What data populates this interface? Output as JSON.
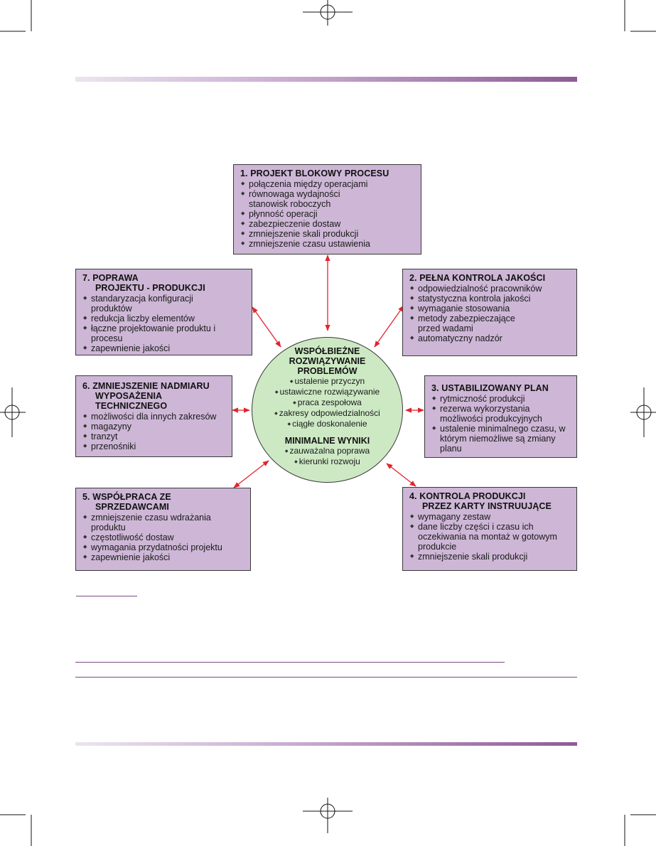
{
  "center": {
    "title_lines": [
      "WSPÓŁBIEŻNE",
      "ROZWIĄZYWANIE",
      "PROBLEMÓW"
    ],
    "items": [
      "ustalenie przyczyn",
      "ustawiczne rozwiązywanie",
      "praca zespołowa",
      "zakresy odpowiedzialności",
      "ciągłe doskonalenie"
    ],
    "subtitle": "MINIMALNE WYNIKI",
    "subitems": [
      "zauważalna poprawa",
      "kierunki rozwoju"
    ]
  },
  "boxes": {
    "b1": {
      "title_lines": [
        "1. PROJEKT BLOKOWY PROCESU"
      ],
      "items": [
        "połączenia między operacjami",
        "równowaga wydajności stanowisk roboczych",
        "płynność operacji",
        "zabezpieczenie dostaw",
        "zmniejszenie skali produkcji",
        "zmniejszenie czasu ustawienia"
      ]
    },
    "b2": {
      "title_lines": [
        "2. PEŁNA KONTROLA JAKOŚCI"
      ],
      "items": [
        "odpowiedzialność pracowników",
        "statystyczna kontrola jakości",
        "wymaganie stosowania",
        "metody zabezpieczające przed wadami",
        "automatyczny nadzór"
      ]
    },
    "b3": {
      "title_lines": [
        "3. USTABILIZOWANY PLAN"
      ],
      "items": [
        "rytmiczność produkcji",
        "rezerwa wykorzystania możliwości produkcyjnych",
        "ustalenie minimalnego czasu, w którym niemożliwe są zmiany planu"
      ]
    },
    "b4": {
      "title_lines": [
        "4. KONTROLA PRODUKCJI",
        "PRZEZ KARTY INSTRUUJĄCE"
      ],
      "items": [
        "wymagany zestaw",
        "dane liczby części i czasu ich oczekiwania na montaż w gotowym produkcie",
        "zmniejszenie skali produkcji"
      ]
    },
    "b5": {
      "title_lines": [
        "5. WSPÓŁPRACA ZE",
        "SPRZEDAWCAMI"
      ],
      "items": [
        "zmniejszenie czasu wdrażania produktu",
        "częstotliwość dostaw",
        "wymagania przydatności projektu",
        "zapewnienie jakości"
      ]
    },
    "b6": {
      "title_lines": [
        "6. ZMNIEJSZENIE NADMIARU",
        "WYPOSAŻENIA",
        "TECHNICZNEGO"
      ],
      "items": [
        "możliwości dla innych zakresów",
        "magazyny",
        "tranzyt",
        "przenośniki"
      ]
    },
    "b7": {
      "title_lines": [
        "7. POPRAWA",
        "PROJEKTU - PRODUKCJI"
      ],
      "items": [
        "standaryzacja konfiguracji produktów",
        "redukcja liczby elementów",
        "łączne projektowanie produktu i procesu",
        "zapewnienie jakości"
      ]
    }
  },
  "colors": {
    "box_fill": "#cdb6d6",
    "circle_fill": "#cde9c4",
    "arrow": "#e2242c",
    "bar_dark": "#8e5a96"
  }
}
